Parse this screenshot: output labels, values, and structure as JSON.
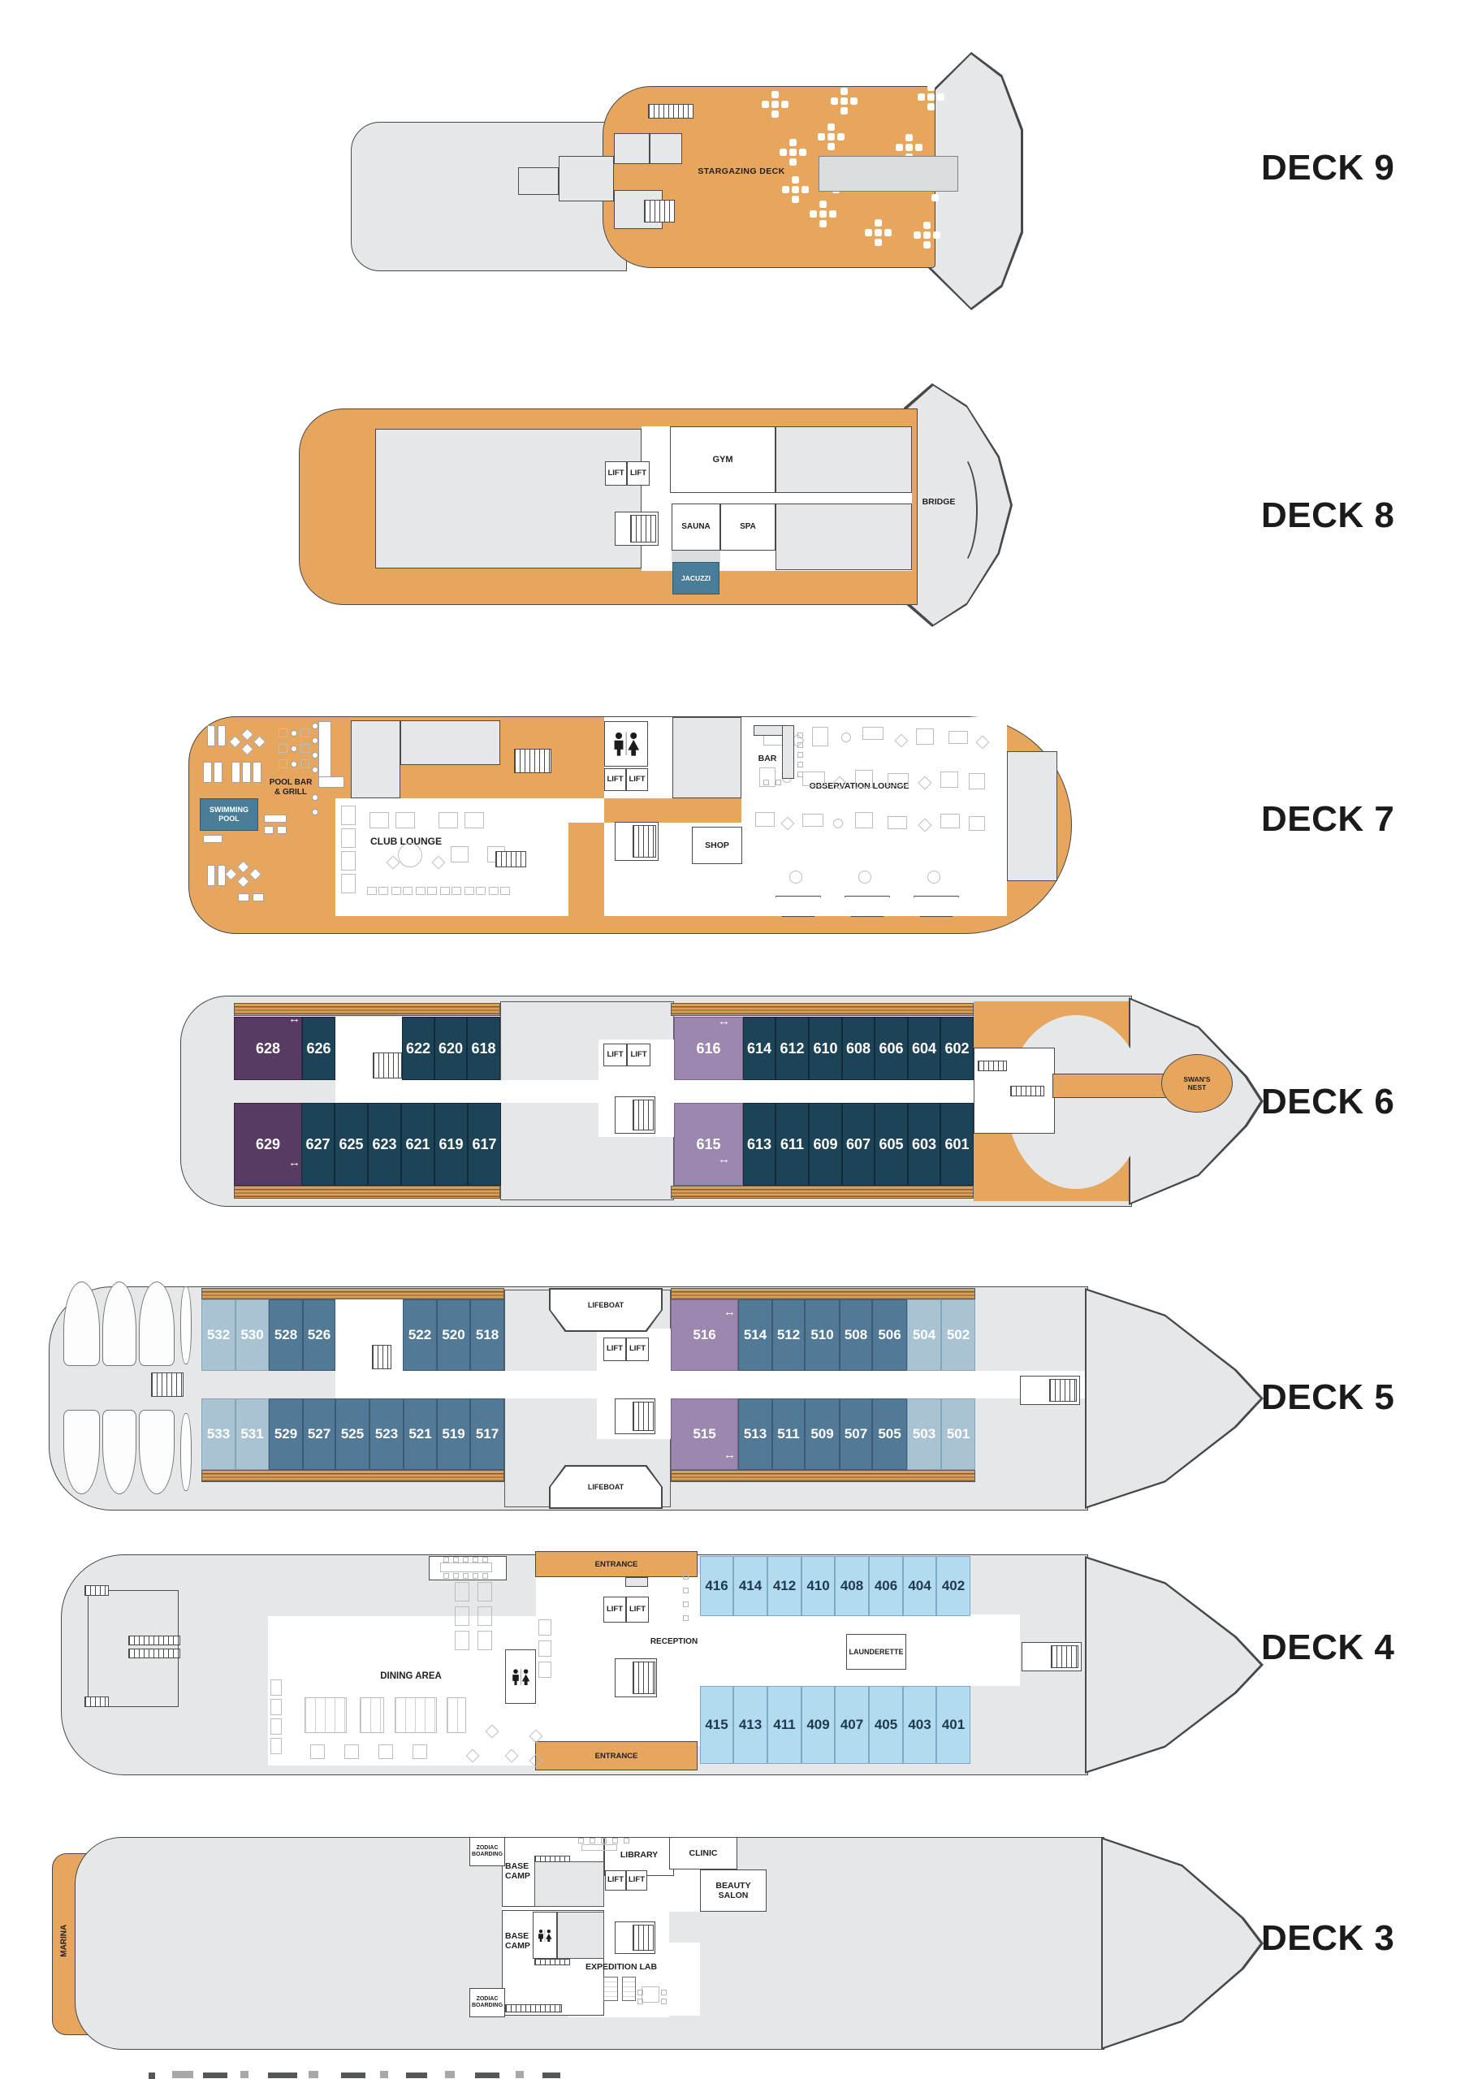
{
  "colors": {
    "deck_orange": "#e7a65d",
    "hull_gray": "#e6e7e8",
    "cabin_navy": "#1d4357",
    "suite_purple": "#573b63",
    "premium_light_purple": "#9c87ae",
    "cabin_slate": "#527a96",
    "cabin_light_slate": "#a9c3d3",
    "cabin_light_blue": "#b3dbef",
    "pool_teal": "#4a7d97",
    "wood_balcony": "#dd9e55"
  },
  "decks": [
    {
      "id": "9",
      "label": "DECK 9"
    },
    {
      "id": "8",
      "label": "DECK 8"
    },
    {
      "id": "7",
      "label": "DECK 7"
    },
    {
      "id": "6",
      "label": "DECK 6"
    },
    {
      "id": "5",
      "label": "DECK 5"
    },
    {
      "id": "4",
      "label": "DECK 4"
    },
    {
      "id": "3",
      "label": "DECK 3"
    }
  ],
  "labels": {
    "stargazing_deck": "STARGAZING DECK",
    "gym": "GYM",
    "lift": "LIFT",
    "sauna": "SAUNA",
    "spa": "SPA",
    "jacuzzi": "JACUZZI",
    "bridge": "BRIDGE",
    "pool_bar_grill": "POOL BAR\n& GRILL",
    "swimming_pool": "SWIMMING\nPOOL",
    "club_lounge": "CLUB LOUNGE",
    "shop": "SHOP",
    "bar": "BAR",
    "observation_lounge": "OBSERVATION LOUNGE",
    "swans_nest": "SWAN'S\nNEST",
    "lifeboat": "LIFEBOAT",
    "entrance": "ENTRANCE",
    "dining_area": "DINING AREA",
    "reception": "RECEPTION",
    "launderette": "LAUNDERETTE",
    "marina": "MARINA",
    "zodiac_boarding": "ZODIAC\nBOARDING",
    "base_camp": "BASE\nCAMP",
    "library": "LIBRARY",
    "clinic": "CLINIC",
    "beauty_salon": "BEAUTY\nSALON",
    "expedition_lab": "EXPEDITION LAB"
  },
  "cabins": {
    "deck6_top": [
      "628",
      "626",
      "622",
      "620",
      "618",
      "616",
      "614",
      "612",
      "610",
      "608",
      "606",
      "604",
      "602"
    ],
    "deck6_bottom": [
      "629",
      "627",
      "625",
      "623",
      "621",
      "619",
      "617",
      "615",
      "613",
      "611",
      "609",
      "607",
      "605",
      "603",
      "601"
    ],
    "deck5_top": [
      "532",
      "530",
      "528",
      "526",
      "522",
      "520",
      "518",
      "516",
      "514",
      "512",
      "510",
      "508",
      "506",
      "504",
      "502"
    ],
    "deck5_bottom": [
      "533",
      "531",
      "529",
      "527",
      "525",
      "523",
      "521",
      "519",
      "517",
      "515",
      "513",
      "511",
      "509",
      "507",
      "505",
      "503",
      "501"
    ],
    "deck4_top": [
      "416",
      "414",
      "412",
      "410",
      "408",
      "406",
      "404",
      "402"
    ],
    "deck4_bottom": [
      "415",
      "413",
      "411",
      "409",
      "407",
      "405",
      "403",
      "401"
    ]
  }
}
